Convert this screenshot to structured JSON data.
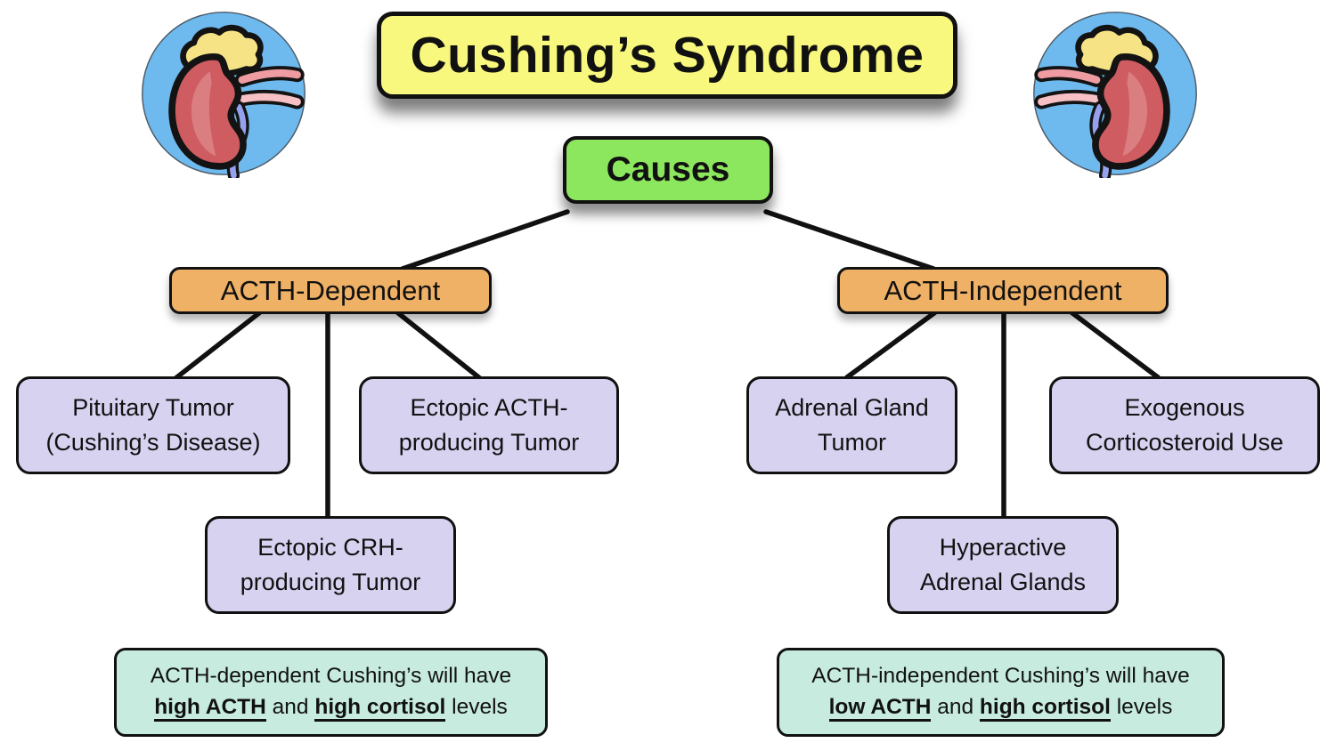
{
  "title": "Cushing’s Syndrome",
  "root_label": "Causes",
  "branches": {
    "dependent": {
      "label": "ACTH-Dependent"
    },
    "independent": {
      "label": "ACTH-Independent"
    }
  },
  "nodes": {
    "pituitary": {
      "line1": "Pituitary Tumor",
      "line2": "(Cushing’s Disease)"
    },
    "ectopic_acth": {
      "line1": "Ectopic ACTH-",
      "line2": "producing Tumor"
    },
    "ectopic_crh": {
      "line1": "Ectopic CRH-",
      "line2": "producing Tumor"
    },
    "adrenal_tumor": {
      "line1": "Adrenal Gland",
      "line2": "Tumor"
    },
    "exogenous": {
      "line1": "Exogenous",
      "line2": "Corticosteroid Use"
    },
    "hyperactive": {
      "line1": "Hyperactive",
      "line2": "Adrenal Glands"
    }
  },
  "notes": {
    "dependent": {
      "line1": "ACTH-dependent Cushing’s will have",
      "bold1": "high ACTH",
      "mid": "and",
      "bold2": "high cortisol",
      "suffix": "levels"
    },
    "independent": {
      "line1": "ACTH-independent Cushing’s will have",
      "bold1": "low ACTH",
      "mid": "and",
      "bold2": "high cortisol",
      "suffix": "levels"
    }
  },
  "icons": {
    "left": "kidney-adrenal-icon",
    "right": "kidney-adrenal-icon"
  },
  "colors": {
    "title_bg": "#f7f87d",
    "causes_bg": "#8ce75e",
    "branch_bg": "#efb166",
    "leaf_bg": "#d7d2f0",
    "note_bg": "#c7ecdf",
    "circle_bg": "#6eb9ee",
    "kidney_red": "#ce5c60",
    "adrenal_yellow": "#f6e385",
    "line_color": "#111111"
  }
}
